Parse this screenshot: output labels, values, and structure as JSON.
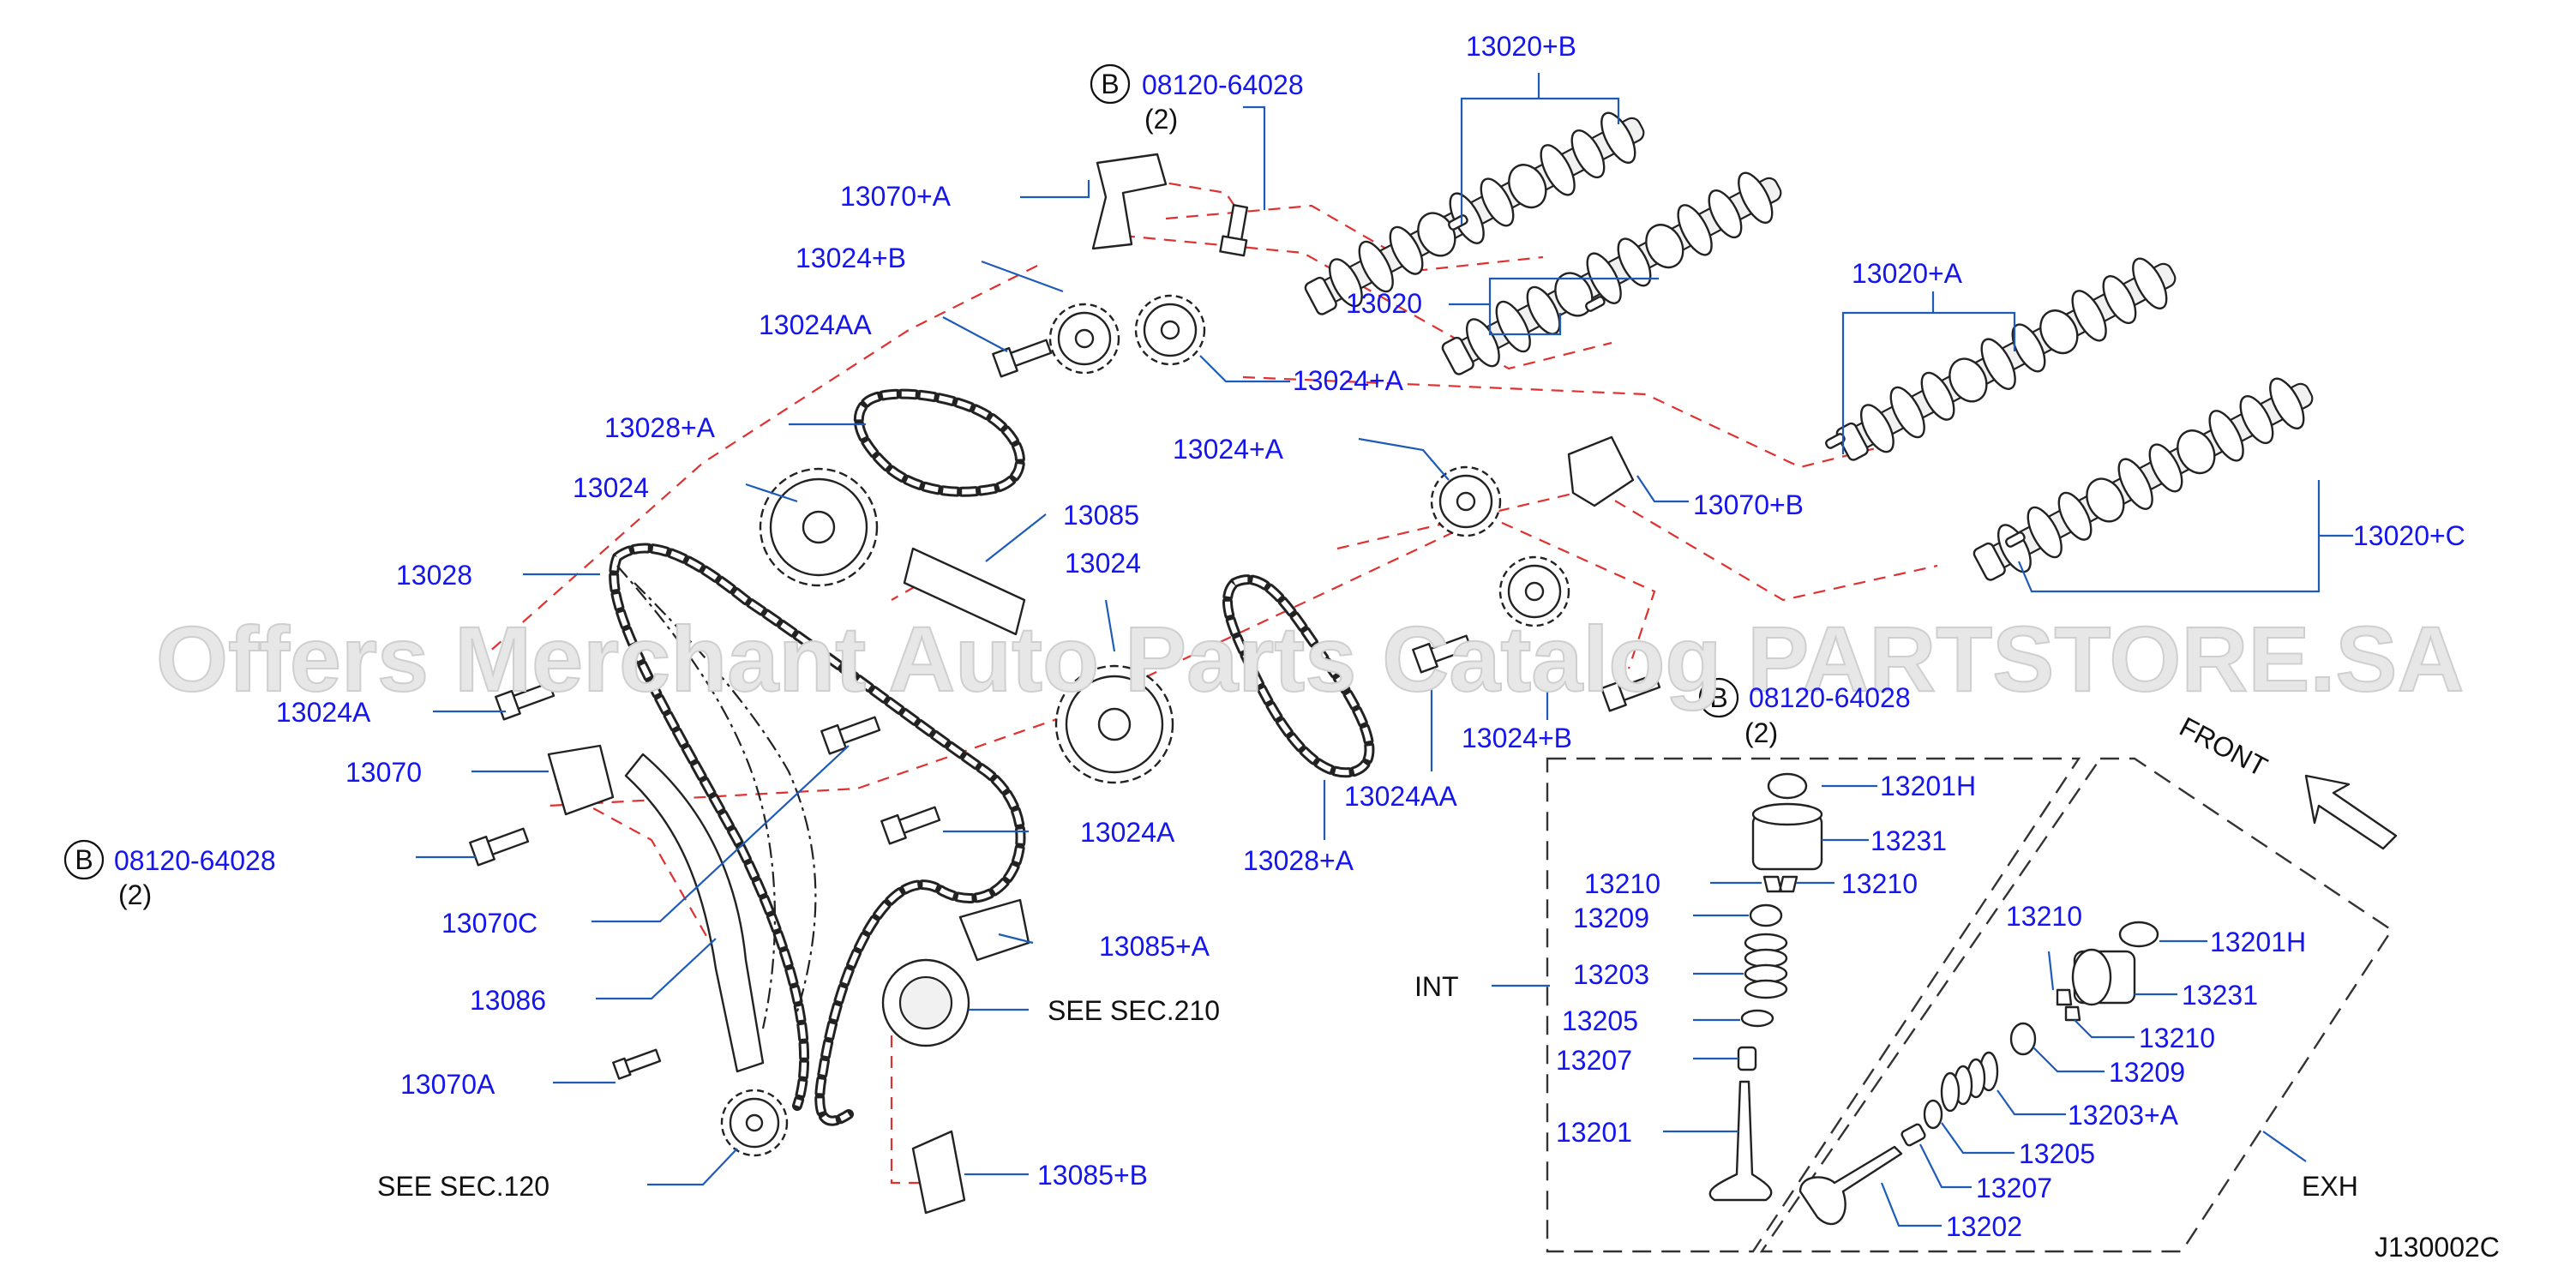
{
  "watermark": "Offers Merchant Auto Parts Catalog PARTSTORE.SA",
  "diagram_code": "J130002C",
  "front_label": "FRONT",
  "box_labels": {
    "int": "INT",
    "exh": "EXH"
  },
  "circle_badge": "B",
  "labels": {
    "p13020B": "13020+B",
    "pBolt1": "08120-64028",
    "pBolt1q": "(2)",
    "p13070Atop": "13070+A",
    "p13024Btop": "13024+B",
    "p13024AAtop": "13024AA",
    "p13020": "13020",
    "p13024Atop": "13024+A",
    "p13020A": "13020+A",
    "p13028A1": "13028+A",
    "p13024mid": "13024+A",
    "p13070B": "13070+B",
    "p13024L": "13024",
    "p13085": "13085",
    "p13020C": "13020+C",
    "p13024C": "13024",
    "p13028": "13028",
    "pBolt2": "08120-64028",
    "pBolt2q": "(2)",
    "p13024Aleft": "13024A",
    "p13024Bmid": "13024+B",
    "p13070": "13070",
    "p13024AAmid": "13024AA",
    "pBolt3": "08120-64028",
    "pBolt3q": "(2)",
    "p13024Alow": "13024A",
    "p13028A2": "13028+A",
    "p13070C": "13070C",
    "p13085A": "13085+A",
    "p13086": "13086",
    "pSEE210": "SEE   SEC.210",
    "p13070A": "13070A",
    "pSEE120": "SEE   SEC.120",
    "p13085B": "13085+B",
    "i13201H": "13201H",
    "i13231": "13231",
    "i13210a": "13210",
    "i13210b": "13210",
    "i13209": "13209",
    "i13203": "13203",
    "i13205": "13205",
    "i13207": "13207",
    "i13201": "13201",
    "e13210": "13210",
    "e13201H": "13201H",
    "e13231": "13231",
    "e13210b": "13210",
    "e13209": "13209",
    "e13203A": "13203+A",
    "e13205": "13205",
    "e13207": "13207",
    "e13202": "13202"
  }
}
